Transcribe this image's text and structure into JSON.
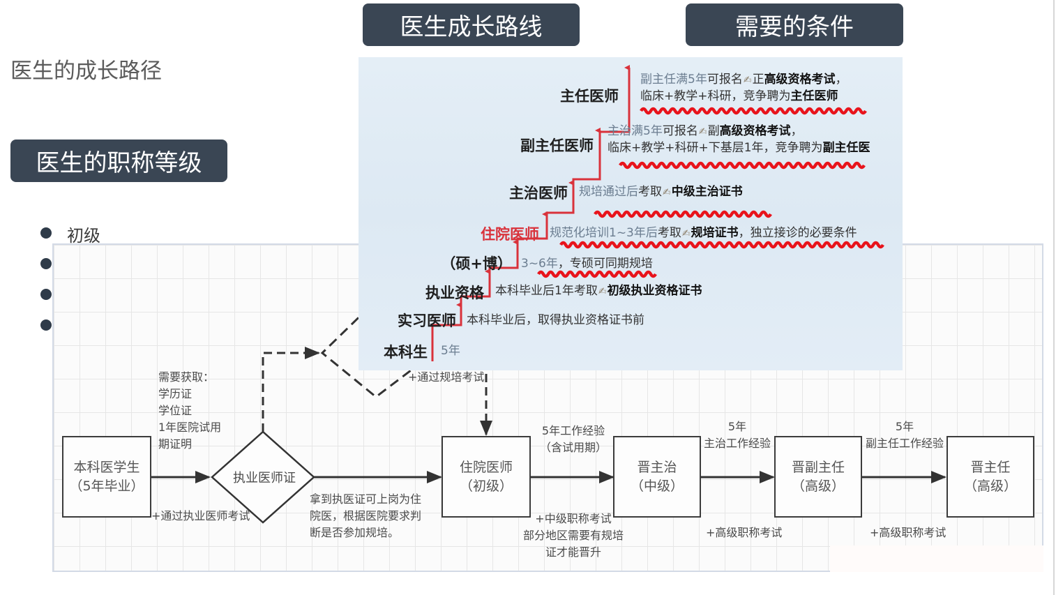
{
  "page": {
    "section_title": "医生的成长路径",
    "pills": {
      "levels": "医生的职称等级",
      "route": "医生成长路线",
      "conditions": "需要的条件"
    },
    "bullets": [
      {
        "label": "初级"
      },
      {
        "label": ""
      },
      {
        "label": ""
      },
      {
        "label": ""
      }
    ]
  },
  "stairs": {
    "accent_color": "#d9323b",
    "steps": [
      {
        "title": "主任医师",
        "desc_muted": "副主任满5年",
        "desc_mid": "可报名",
        "desc_pre": "正",
        "desc_bold": "高级资格考试",
        "desc_end": "，",
        "line2": "临床+教学+科研，竞争聘为",
        "line2_bold": "主任医师"
      },
      {
        "title": "副主任医师",
        "desc_muted": "主治满5年",
        "desc_mid": "可报名",
        "desc_pre": "副",
        "desc_bold": "高级资格考试",
        "desc_end": "，",
        "line2": "临床+教学+科研+下基层1年，竞争聘为",
        "line2_bold": "副主任医"
      },
      {
        "title": "主治医师",
        "desc_muted": "规培通过后",
        "desc_mid": "考取",
        "desc_bold": "中级主治证书"
      },
      {
        "title": "住院医师",
        "desc_muted": "规范化培训1~3年后",
        "desc_mid": "考取",
        "desc_bold": "规培证书",
        "desc_end": "，独立接诊的必要条件"
      },
      {
        "title": "（硕+博）",
        "desc_muted": "3~6年",
        "desc_end": "，专硕可同期规培"
      },
      {
        "title": "执业资格",
        "desc_mid": "本科毕业后1年考取",
        "desc_bold": "初级执业资格证书"
      },
      {
        "title": "实习医师",
        "desc_mid": "本科毕业后，取得执业资格证书前"
      },
      {
        "title": "本科生",
        "desc_muted": "5年"
      }
    ]
  },
  "flowchart": {
    "boxes": [
      {
        "line1": "本科医学生",
        "line2": "（5年毕业）"
      },
      {
        "line1": "住院医师",
        "line2": "（初级）"
      },
      {
        "line1": "晋主治",
        "line2": "（中级）"
      },
      {
        "line1": "晋副主任",
        "line2": "（高级）"
      },
      {
        "line1": "晋主任",
        "line2": "（高级）"
      }
    ],
    "diamond_label": "执业医师证",
    "requirements": [
      "需要获取：",
      "学历证",
      "学位证",
      "1年医院试用",
      "期证明"
    ],
    "pass_exam": "+通过执业医师考试",
    "after_license": [
      "拿到执医证可上岗为住",
      "院医，根据医院要求判",
      "断是否参加规培。"
    ],
    "pass_training": "+通过规培考试",
    "edge_1_top": [
      "5年工作经验",
      "（含试用期）"
    ],
    "edge_1_bottom": [
      "+中级职称考试",
      "部分地区需要有规培",
      "证才能晋升"
    ],
    "edge_2_top": [
      "5年",
      "主治工作经验"
    ],
    "edge_2_bottom": "+高级职称考试",
    "edge_3_top": [
      "5年",
      "副主任工作经验"
    ],
    "edge_3_bottom": "+高级职称考试"
  }
}
